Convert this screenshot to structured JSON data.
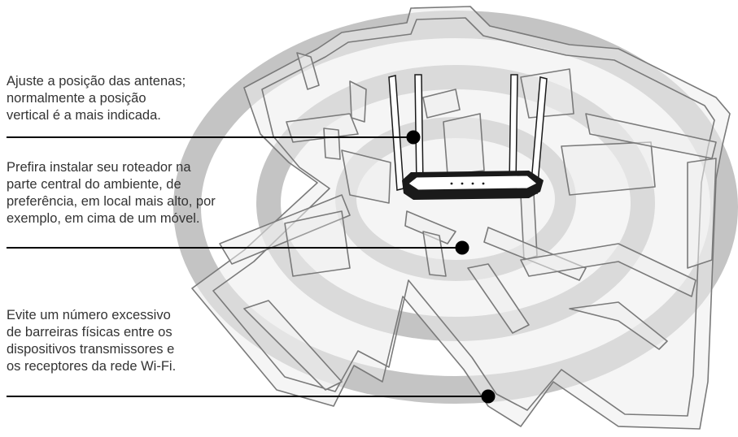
{
  "callouts": {
    "antenna": "Ajuste a posição das antenas;\nnormalmente a posição\nvertical é a mais indicada.",
    "placement": "Prefira instalar seu roteador na\nparte central do ambiente, de\npreferência, em local mais alto, por\nexemplo, em cima de um móvel.",
    "barriers": "Evite um número excessivo\nde barreiras físicas entre os\ndispositivos transmissores e\nos receptores da rede Wi-Fi."
  },
  "colors": {
    "rings": "#bdbdbd",
    "wall_fill": "#ececec",
    "wall_stroke": "#7a7a7a",
    "router": "#1a1a1a",
    "leader": "#000000",
    "text": "#333333"
  },
  "icons": [
    "router-icon",
    "antenna-icon",
    "wifi-signal-rings"
  ]
}
